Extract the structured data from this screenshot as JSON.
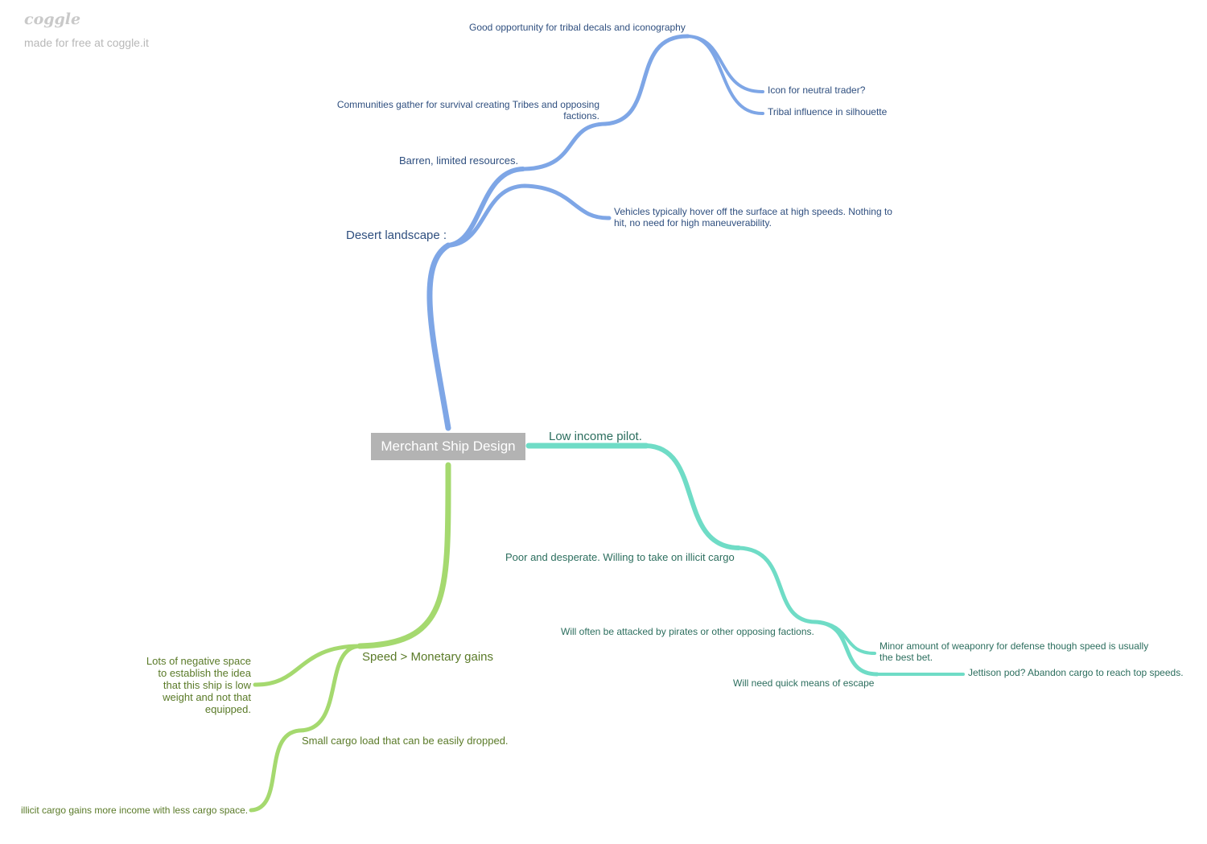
{
  "brand": {
    "logo": "coggle",
    "made_with": "made for free at coggle.it"
  },
  "colors": {
    "blue": "#7ea6e6",
    "teal": "#6fdcc6",
    "green": "#a5d96f",
    "root_bg": "#b3b3b3"
  },
  "root": {
    "label": "Merchant Ship Design"
  },
  "branches": {
    "desert": {
      "label": "Desert landscape :",
      "barren": "Barren, limited resources.",
      "communities_line1": "Communities gather for survival creating Tribes and opposing",
      "communities_line2": "factions.",
      "decals": "Good opportunity for tribal decals and iconography",
      "icon_trader": "Icon for neutral trader?",
      "tribal_silhouette": "Tribal influence in silhouette",
      "vehicles_line1": "Vehicles typically hover off the surface at high speeds. Nothing to",
      "vehicles_line2": "hit, no need for high maneuverability."
    },
    "income": {
      "label": "Low income pilot.",
      "poor": "Poor and desperate. Willing to take on illicit cargo",
      "attacked": "Will often be attacked by pirates or other opposing factions.",
      "weaponry_line1": "Minor amount of weaponry for defense though speed is usually",
      "weaponry_line2": "the best bet.",
      "escape": "Will need quick means of escape",
      "jettison": "Jettison pod? Abandon cargo to reach top speeds."
    },
    "speed": {
      "label": "Speed > Monetary gains",
      "negative_line1": "Lots of negative space",
      "negative_line2": "to establish the idea",
      "negative_line3": "that this ship is low",
      "negative_line4": "weight and not that",
      "negative_line5": "equipped.",
      "small_cargo": "Small cargo load that can be easily dropped.",
      "illicit_income": "illicit cargo gains more income with less cargo space."
    }
  }
}
